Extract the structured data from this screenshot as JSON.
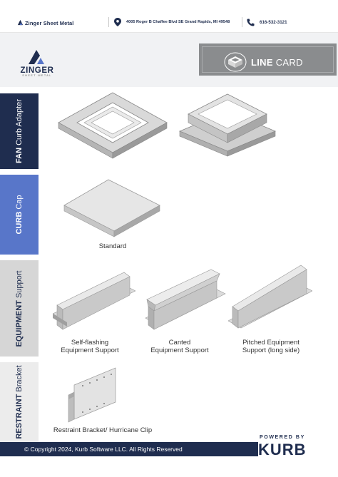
{
  "topbar": {
    "brand": "Zinger Sheet Metal",
    "address": "4005 Roger B Chaffee Blvd SE Grand Rapids, MI 49548",
    "phone": "616-532-3121"
  },
  "header": {
    "logo_text": "ZINGER",
    "logo_sub": "SHEET METAL",
    "line_card_bold": "LINE",
    "line_card_rest": " CARD"
  },
  "sections": {
    "fan": {
      "bold": "FAN",
      "rest": " Curb Adapter"
    },
    "curb": {
      "bold": "CURB",
      "rest": " Cap"
    },
    "equipment": {
      "bold": "EQUIPMENT",
      "rest": " Support"
    },
    "restraint": {
      "bold": "RESTRAINT",
      "rest": " Bracket"
    }
  },
  "products": {
    "curb_cap_standard": "Standard",
    "self_flashing_1": "Self-flashing",
    "self_flashing_2": "Equipment Support",
    "canted_1": "Canted",
    "canted_2": "Equipment Support",
    "pitched_1": "Pitched Equipment",
    "pitched_2": "Support (long side)",
    "restraint_clip": "Restraint Bracket/ Hurricane Clip"
  },
  "footer": {
    "copyright": "© Copyright 2024, Kurb Software LLC. All Rights Reserved",
    "powered_by": "POWERED BY",
    "kurb": "KURB"
  },
  "colors": {
    "navy": "#1f2d4f",
    "blue": "#5876c9",
    "gray_band": "#d6d6d6",
    "light_band": "#ececec",
    "line_card_bg": "#8a8c8e"
  }
}
